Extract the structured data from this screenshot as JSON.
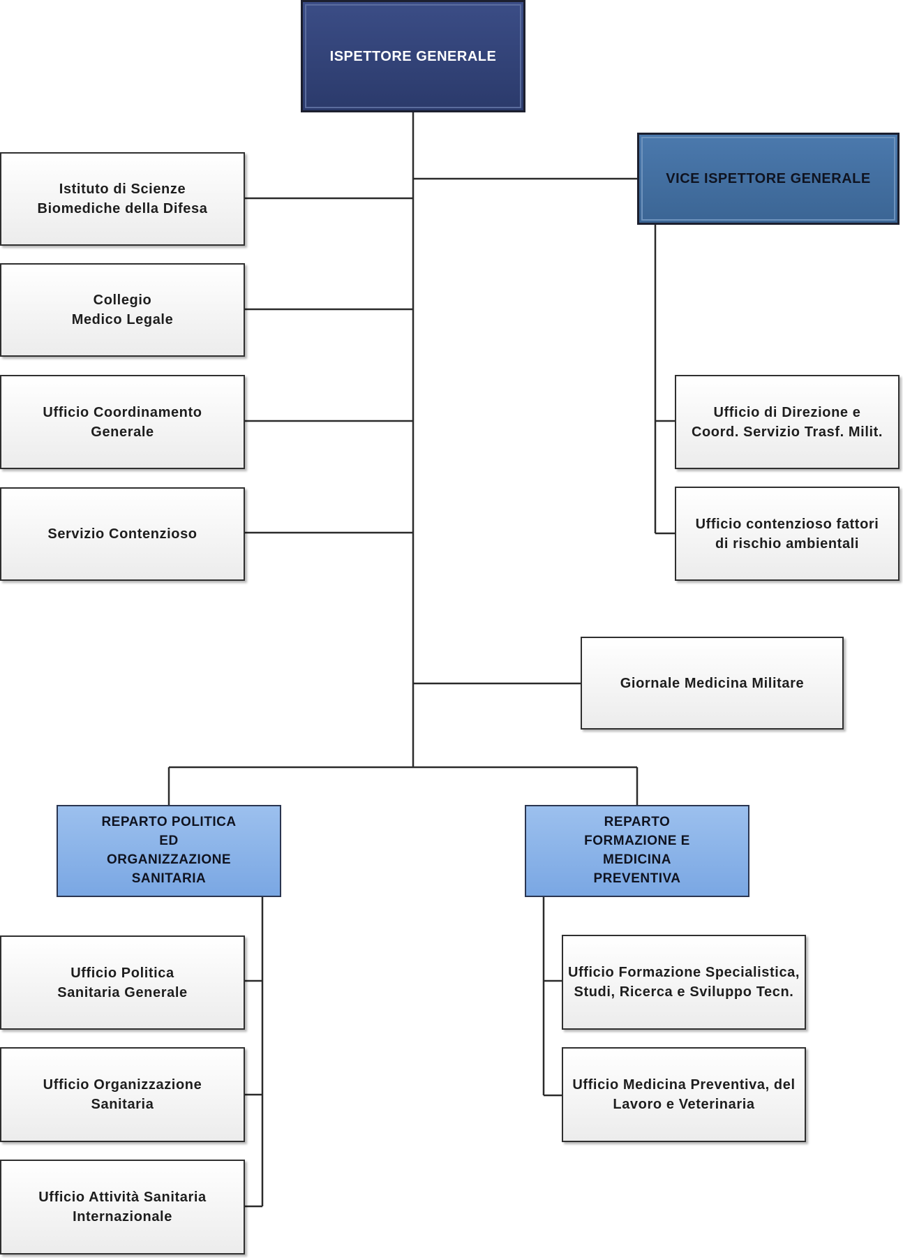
{
  "diagram": {
    "head": "ISPETTORE GENERALE",
    "vice": "VICE ISPETTORE GENERALE",
    "staff": [
      "Istituto di Scienze\nBiomediche della Difesa",
      "Collegio\nMedico Legale",
      "Ufficio Coordinamento\nGenerale",
      "Servizio Contenzioso"
    ],
    "vice_offices": [
      "Ufficio di Direzione e\nCoord. Servizio Trasf. Milit.",
      "Ufficio contenzioso fattori\ndi rischio ambientali"
    ],
    "journal": "Giornale Medicina Militare",
    "dept_left": {
      "title": "REPARTO POLITICA\nED\nORGANIZZAZIONE\nSANITARIA",
      "offices": [
        "Ufficio Politica\nSanitaria Generale",
        "Ufficio Organizzazione\nSanitaria",
        "Ufficio Attività Sanitaria\nInternazionale"
      ]
    },
    "dept_right": {
      "title": "REPARTO\nFORMAZIONE E\nMEDICINA\nPREVENTIVA",
      "offices": [
        "Ufficio Formazione Specialistica,\nStudi, Ricerca e Sviluppo Tecn.",
        "Ufficio Medicina Preventiva, del\nLavoro e Veterinaria"
      ]
    },
    "colors": {
      "head": "#334579",
      "vice": "#43709f",
      "department": "#8ab3ea",
      "office": "#f4f4f4",
      "connector": "#2a2a2a"
    }
  }
}
